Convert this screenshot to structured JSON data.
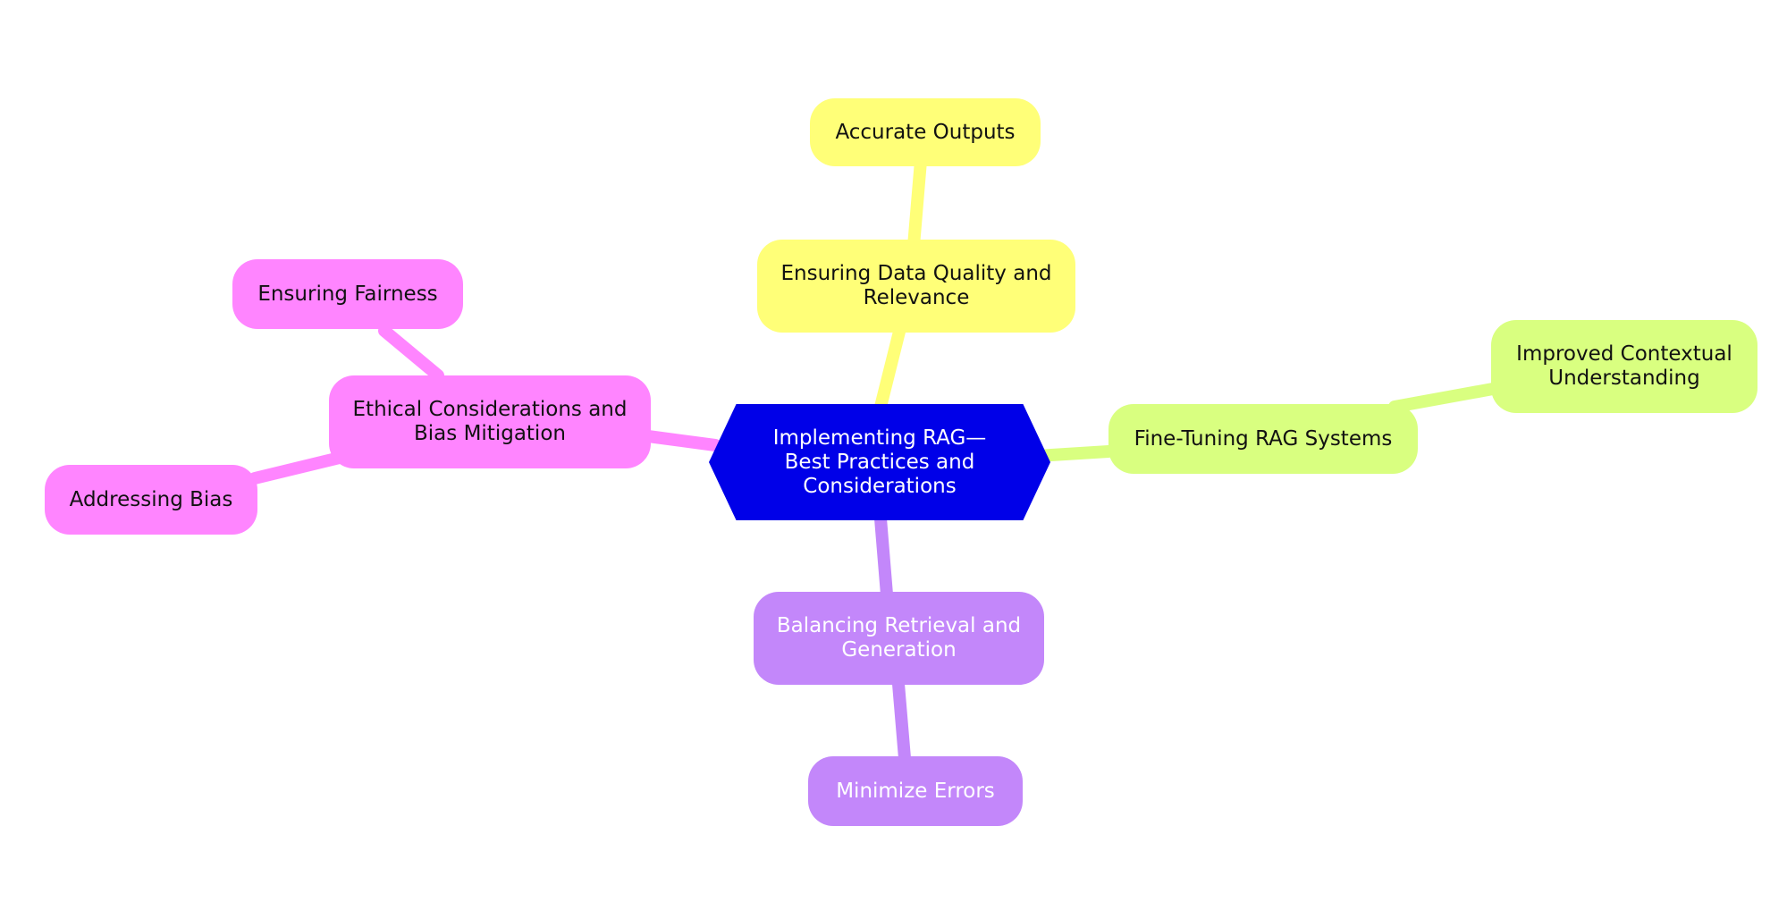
{
  "mindmap": {
    "root": {
      "label": "Implementing RAG—Best Practices and Considerations",
      "color": "#0000e8"
    },
    "branches": [
      {
        "label": "Ensuring Data Quality and Relevance",
        "color": "#ffff78",
        "children": [
          {
            "label": "Accurate Outputs"
          }
        ]
      },
      {
        "label": "Fine-Tuning RAG Systems",
        "color": "#d9ff80",
        "children": [
          {
            "label": "Improved Contextual Understanding"
          }
        ]
      },
      {
        "label": "Balancing Retrieval and Generation",
        "color": "#c387fa",
        "children": [
          {
            "label": "Minimize Errors"
          }
        ]
      },
      {
        "label": "Ethical Considerations and Bias Mitigation",
        "color": "#ff85ff",
        "children": [
          {
            "label": "Ensuring Fairness"
          },
          {
            "label": "Addressing Bias"
          }
        ]
      }
    ]
  }
}
